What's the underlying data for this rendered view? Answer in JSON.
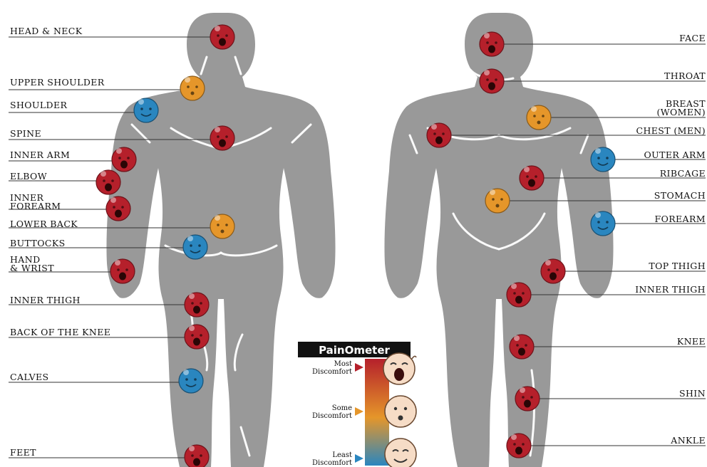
{
  "colors": {
    "most": "#b5202b",
    "some": "#e5962a",
    "least": "#2a86bf",
    "body": "#999999"
  },
  "back_view": {
    "labels": [
      {
        "text": "HEAD & NECK",
        "level": "most"
      },
      {
        "text": "UPPER SHOULDER",
        "level": "some"
      },
      {
        "text": "SHOULDER",
        "level": "least"
      },
      {
        "text": "SPINE",
        "level": "most"
      },
      {
        "text": "INNER ARM",
        "level": "most"
      },
      {
        "text": "ELBOW",
        "level": "most"
      },
      {
        "text": "INNER",
        "text2": "FOREARM",
        "level": "most"
      },
      {
        "text": "LOWER BACK",
        "level": "some"
      },
      {
        "text": "BUTTOCKS",
        "level": "least"
      },
      {
        "text": "HAND",
        "text2": "& WRIST",
        "level": "most"
      },
      {
        "text": "INNER THIGH",
        "level": "most"
      },
      {
        "text": "BACK OF THE KNEE",
        "level": "most"
      },
      {
        "text": "CALVES",
        "level": "least"
      },
      {
        "text": "FEET",
        "level": "most"
      }
    ]
  },
  "front_view": {
    "labels": [
      {
        "text": "FACE",
        "level": "most"
      },
      {
        "text": "THROAT",
        "level": "most"
      },
      {
        "text": "BREAST",
        "text2": "(WOMEN)",
        "level": "some"
      },
      {
        "text": "CHEST (MEN)",
        "level": "most"
      },
      {
        "text": "OUTER ARM",
        "level": "least"
      },
      {
        "text": "RIBCAGE",
        "level": "most"
      },
      {
        "text": "STOMACH",
        "level": "some"
      },
      {
        "text": "FOREARM",
        "level": "least"
      },
      {
        "text": "TOP THIGH",
        "level": "most"
      },
      {
        "text": "INNER THIGH",
        "level": "most"
      },
      {
        "text": "KNEE",
        "level": "most"
      },
      {
        "text": "SHIN",
        "level": "most"
      },
      {
        "text": "ANKLE",
        "level": "most"
      }
    ]
  },
  "painometer": {
    "title": "PainOmeter",
    "most_1": "Most",
    "most_2": "Discomfort",
    "some_1": "Some",
    "some_2": "Discomfort",
    "least_1": "Least",
    "least_2": "Discomfort"
  }
}
